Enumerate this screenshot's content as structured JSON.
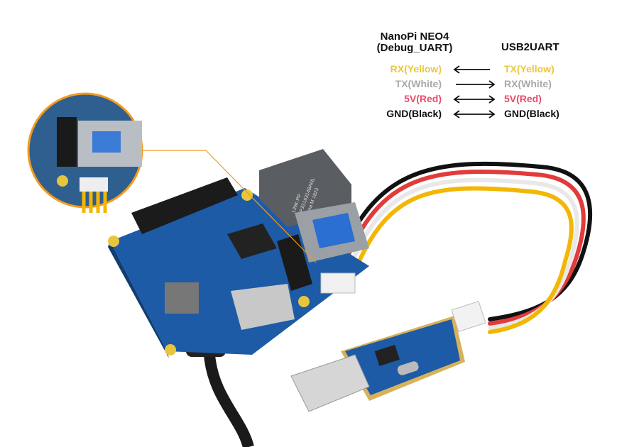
{
  "legend": {
    "left_title_line1": "NanoPi NEO4",
    "left_title_line2": "(Debug_UART)",
    "right_title": "USB2UART",
    "rows": [
      {
        "left": "RX(Yellow)",
        "right": "TX(Yellow)",
        "direction": "left",
        "color": "#e9c93c"
      },
      {
        "left": "TX(White)",
        "right": "RX(White)",
        "direction": "right",
        "color": "#a8a8a8"
      },
      {
        "left": "5V(Red)",
        "right": "5V(Red)",
        "direction": "both",
        "color": "#ea4b6b"
      },
      {
        "left": "GND(Black)",
        "right": "GND(Black)",
        "direction": "both",
        "color": "#111111"
      }
    ]
  },
  "photo": {
    "ethernet_jack_marking": [
      "LINK-PP",
      "LPJG16314BANL",
      "China M 1823"
    ],
    "callout_color": "#f39a1e",
    "board_color": "#1c5aa8"
  }
}
